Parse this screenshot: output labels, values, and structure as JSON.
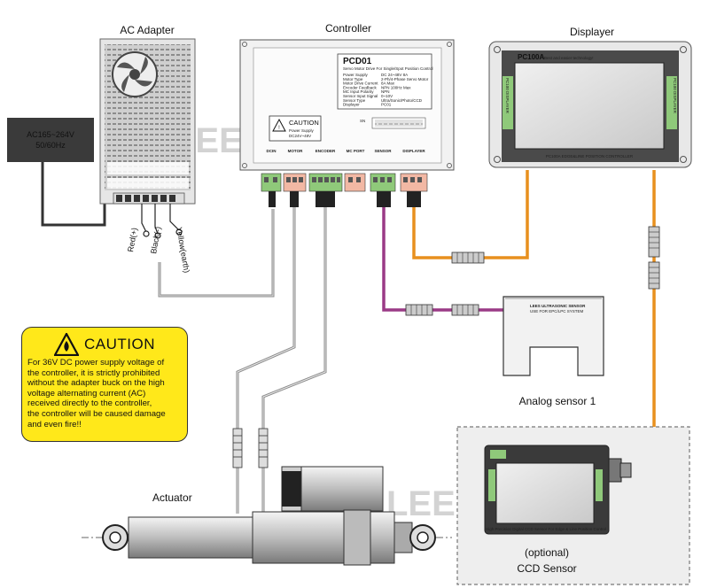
{
  "labels": {
    "ac_adapter": "AC Adapter",
    "controller": "Controller",
    "displayer": "Displayer",
    "actuator": "Actuator",
    "analog_sensor": "Analog sensor 1",
    "optional": "(optional)",
    "ccd_sensor": "CCD Sensor",
    "watermark": "LEESN"
  },
  "power_input": {
    "line1": "AC165~264V",
    "line2": "50/60Hz"
  },
  "wires": {
    "red": "Red(+)",
    "black": "Black(-)",
    "yellow": "Yellow(earth)"
  },
  "controller": {
    "model": "PCD01",
    "subtitle": "Servo Motor Drive For Single/Spot Position Control",
    "specs": [
      {
        "k": "Power Supply",
        "v": "DC 24~48V 8A"
      },
      {
        "k": "Motor Type",
        "v": "2-Ph/4-Phase Servo Motor"
      },
      {
        "k": "Motor Drive Current",
        "v": "8A Max"
      },
      {
        "k": "Encoder Feedback",
        "v": "NPN  100Hz Max"
      },
      {
        "k": "MC Input Polarity",
        "v": "NPN"
      },
      {
        "k": "Sensor Input Signal",
        "v": "0~10V"
      },
      {
        "k": "Sensor Type",
        "v": "Ultra/Sonic/Photo/CCD"
      },
      {
        "k": "Displayer",
        "v": "PC01"
      }
    ],
    "caution_title": "CAUTION",
    "caution_line1": "Power Supply",
    "caution_line2": "DC24V~48V",
    "sn": "SN",
    "ports": [
      "DCIN",
      "MOTOR",
      "ENCODER",
      "MC PORT",
      "SENSOR",
      "DISPLAYER"
    ]
  },
  "displayer": {
    "model": "PC100A",
    "tagline": "Best and easier technology!",
    "footer": "PC100A EDGE&LINE POSITION CONTROLLER",
    "side_left": "PC100 DISPLAYER",
    "side_right": "PC100 DISPLAYER"
  },
  "analog_sensor": {
    "text1": "LEES ULTRASONIC SENSOR",
    "text2": "USE FOR EPC/LPC SYSTEM"
  },
  "ccd": {
    "footer": "High Precision Digital CCD Sensor For Edge & Line Position Control"
  },
  "caution": {
    "title": "CAUTION",
    "lines": [
      "For 36V DC power supply voltage of",
      "the controller, it is strictly prohibited",
      "without the adapter buck on the high",
      "voltage alternating current (AC)",
      "received directly to the controller,",
      "the controller will be caused damage",
      "and even fire!!"
    ]
  },
  "colors": {
    "orange_cable": "#e8901e",
    "purple_cable": "#9a3a86",
    "caution_yellow": "#ffe81a",
    "terminal_green": "#8fc97a",
    "terminal_pink": "#f2b8a4",
    "dark_box": "#3a3a3a"
  }
}
